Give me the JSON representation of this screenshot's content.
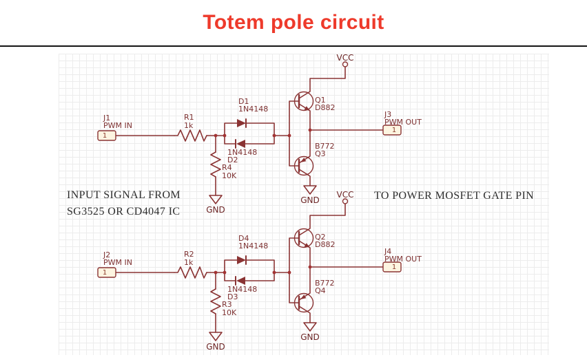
{
  "header": {
    "title": "Totem pole circuit"
  },
  "notes": {
    "line1": "INPUT SIGNAL FROM",
    "line2": "SG3525 OR CD4047 IC",
    "right": "TO POWER MOSFET GATE PIN"
  },
  "colors": {
    "title": "#ee3a2b",
    "schematic_stroke": "#8a3333",
    "schematic_text": "#7c2f2f",
    "junction": "#a23333",
    "connector_fill": "#fdf5e1",
    "grid": "#ececec",
    "note_text": "#2d2d2d"
  },
  "c1": {
    "vcc": "VCC",
    "j_in": {
      "ref": "J1",
      "label": "PWM IN",
      "pin": "1"
    },
    "r_series": {
      "ref": "R1",
      "value": "1k"
    },
    "d_top": {
      "ref": "D1",
      "value": "1N4148"
    },
    "d_bot": {
      "ref": "D2",
      "value": "1N4148"
    },
    "r_pull": {
      "ref": "R4",
      "value": "10K"
    },
    "q_top": {
      "ref": "Q1",
      "value": "D882"
    },
    "q_bot": {
      "ref": "Q3",
      "value": "B772"
    },
    "j_out": {
      "ref": "J3",
      "label": "PWM OUT",
      "pin": "1"
    },
    "gnd_r": "GND",
    "gnd_q": "GND"
  },
  "c2": {
    "vcc": "VCC",
    "j_in": {
      "ref": "J2",
      "label": "PWM IN",
      "pin": "1"
    },
    "r_series": {
      "ref": "R2",
      "value": "1k"
    },
    "d_top": {
      "ref": "D4",
      "value": "1N4148"
    },
    "d_bot": {
      "ref": "D3",
      "value": "1N4148"
    },
    "r_pull": {
      "ref": "R3",
      "value": "10K"
    },
    "q_top": {
      "ref": "Q2",
      "value": "D882"
    },
    "q_bot": {
      "ref": "Q4",
      "value": "B772"
    },
    "j_out": {
      "ref": "J4",
      "label": "PWM OUT",
      "pin": "1"
    },
    "gnd_r": "GND",
    "gnd_q": "GND"
  }
}
